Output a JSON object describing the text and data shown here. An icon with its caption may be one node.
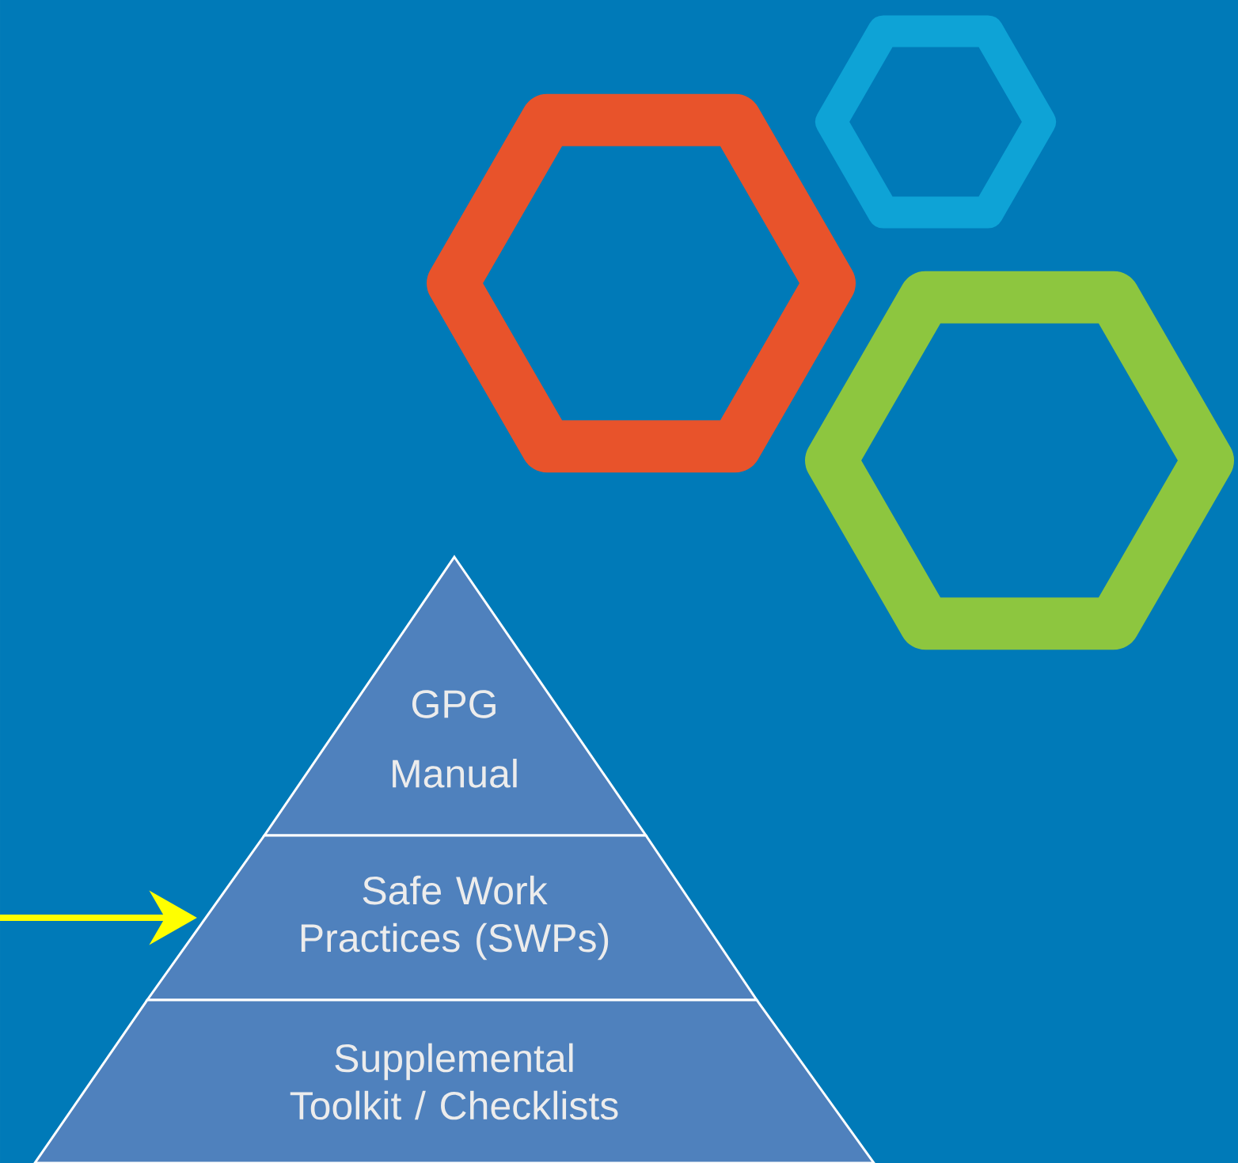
{
  "diagram": {
    "nodes": [
      {
        "text": [
          "GPG",
          "Manual"
        ]
      },
      {
        "text": [
          "Safe Work Practices (SWPs)"
        ]
      },
      {
        "text": [
          "Supplemental Toolkit / Checklists"
        ]
      }
    ],
    "edges": [
      {
        "from": null,
        "to": 1,
        "arrow": "to"
      }
    ]
  }
}
